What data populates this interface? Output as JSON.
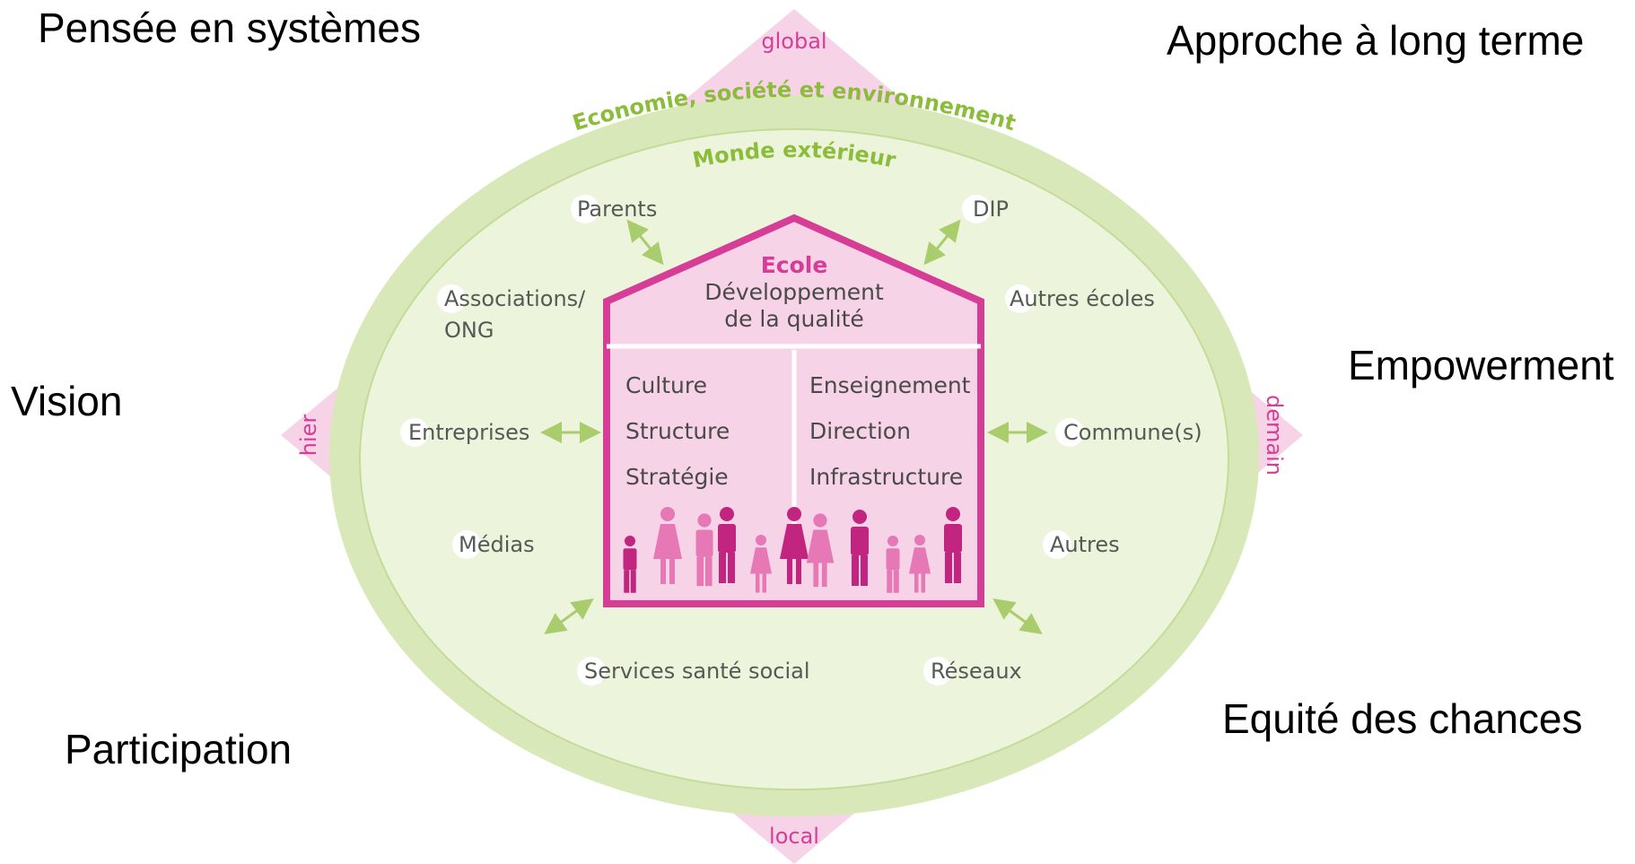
{
  "corners": {
    "top_left": "Pensée en systèmes",
    "top_right": "Approche à long terme",
    "left": "Vision",
    "right": "Empowerment",
    "bottom_left": "Participation",
    "bottom_right": "Equité des chances"
  },
  "axes": {
    "top": "global",
    "bottom": "local",
    "left": "hier",
    "right": "demain"
  },
  "rings": {
    "outer": "Economie, société et environnement",
    "inner": "Monde extérieur"
  },
  "house": {
    "title": "Ecole",
    "subtitle_line1": "Développement",
    "subtitle_line2": "de la qualité",
    "left_items": [
      "Culture",
      "Structure",
      "Stratégie"
    ],
    "right_items": [
      "Enseignement",
      "Direction",
      "Infrastructure"
    ]
  },
  "stakeholders": {
    "parents": "Parents",
    "dip": "DIP",
    "associations_line1": "Associations/",
    "associations_line2": "ONG",
    "autres_ecoles": "Autres écoles",
    "entreprises": "Entreprises",
    "communes": "Commune(s)",
    "medias": "Médias",
    "autres": "Autres",
    "services": "Services santé social",
    "reseaux": "Réseaux"
  },
  "colors": {
    "pink": "#d63d96",
    "light_pink": "#f7d3e7",
    "green": "#8cbd3a",
    "ring_green": "#d8e8b8",
    "inner_green": "#ecf4dc"
  }
}
